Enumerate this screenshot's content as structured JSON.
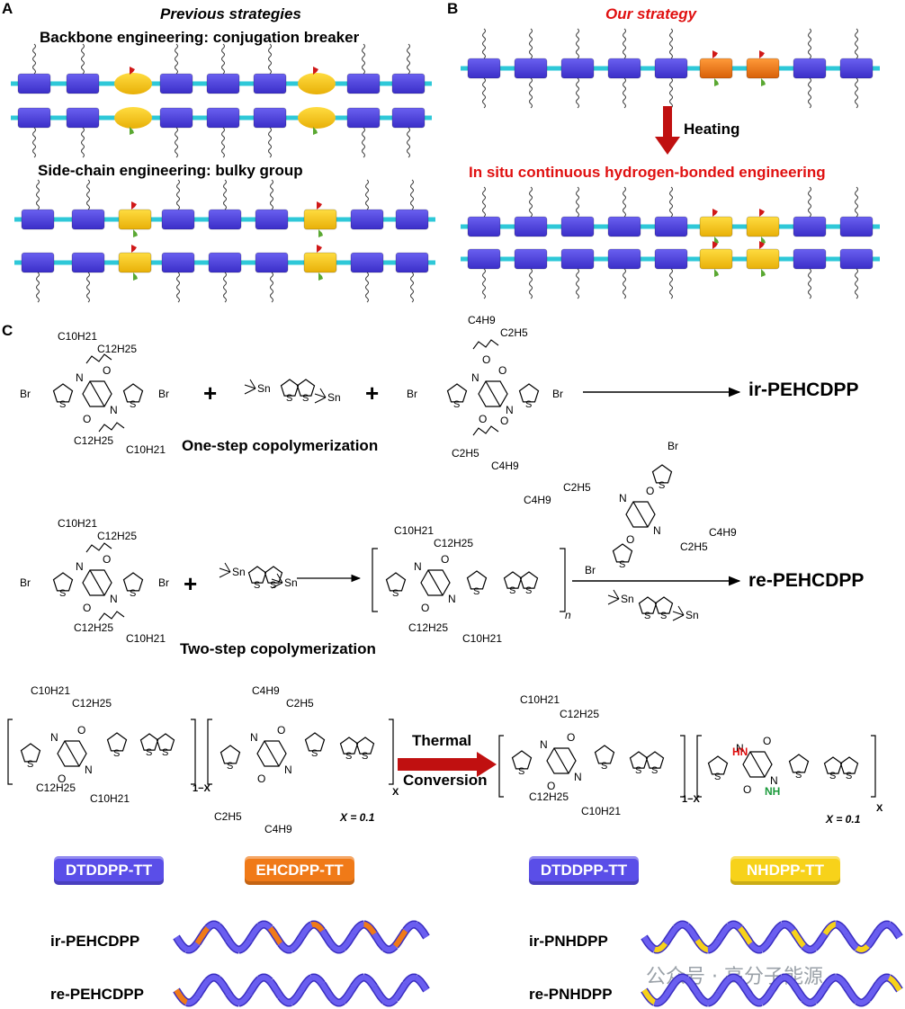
{
  "panel_a": {
    "letter": "A",
    "title": "Previous strategies",
    "subtitle1": "Backbone engineering: conjugation breaker",
    "subtitle2": "Side-chain engineering: bulky group"
  },
  "panel_b": {
    "letter": "B",
    "title": "Our strategy",
    "arrow_label": "Heating",
    "subtitle": "In situ continuous hydrogen-bonded engineering"
  },
  "panel_c": {
    "letter": "C",
    "one_step": "One-step copolymerization",
    "two_step": "Two-step copolymerization",
    "product_ir": "ir-PEHCDPP",
    "product_re": "re-PEHCDPP",
    "thermal": "Thermal",
    "conversion": "Conversion",
    "x_value": "X = 0.1",
    "subscript_n": "n",
    "sub_1mx": "1−X",
    "sub_x": "X",
    "chem": {
      "c10h21": "C10H21",
      "c12h25": "C12H25",
      "c4h9": "C4H9",
      "c2h5": "C2H5",
      "br": "Br",
      "sn": "Sn",
      "s": "S",
      "n": "N",
      "o": "O",
      "hn": "HN",
      "nh": "NH"
    },
    "legend": [
      {
        "label": "DTDDPP-TT",
        "color": "#5a4ee8"
      },
      {
        "label": "EHCDPP-TT",
        "color": "#f07a18"
      },
      {
        "label": "DTDDPP-TT",
        "color": "#5a4ee8"
      },
      {
        "label": "NHDPP-TT",
        "color": "#f7d21a"
      }
    ],
    "chains": [
      {
        "label": "ir-PEHCDPP",
        "accent": "#f07a18"
      },
      {
        "label": "re-PEHCDPP",
        "accent": "#f07a18"
      },
      {
        "label": "ir-PNHDPP",
        "accent": "#f7d21a"
      },
      {
        "label": "re-PNHDPP",
        "accent": "#f7d21a"
      }
    ]
  },
  "colors": {
    "backbone_block": "#4a3ee0",
    "linker": "#2ec8d8",
    "ellipse": "#f3c51a",
    "orange_block": "#f07a18",
    "yellow_block": "#f7c81a",
    "red_group": "#d01818",
    "green_group": "#5aa832",
    "arrow_red": "#c01010"
  },
  "watermark": "公众号 · 高分子能源"
}
